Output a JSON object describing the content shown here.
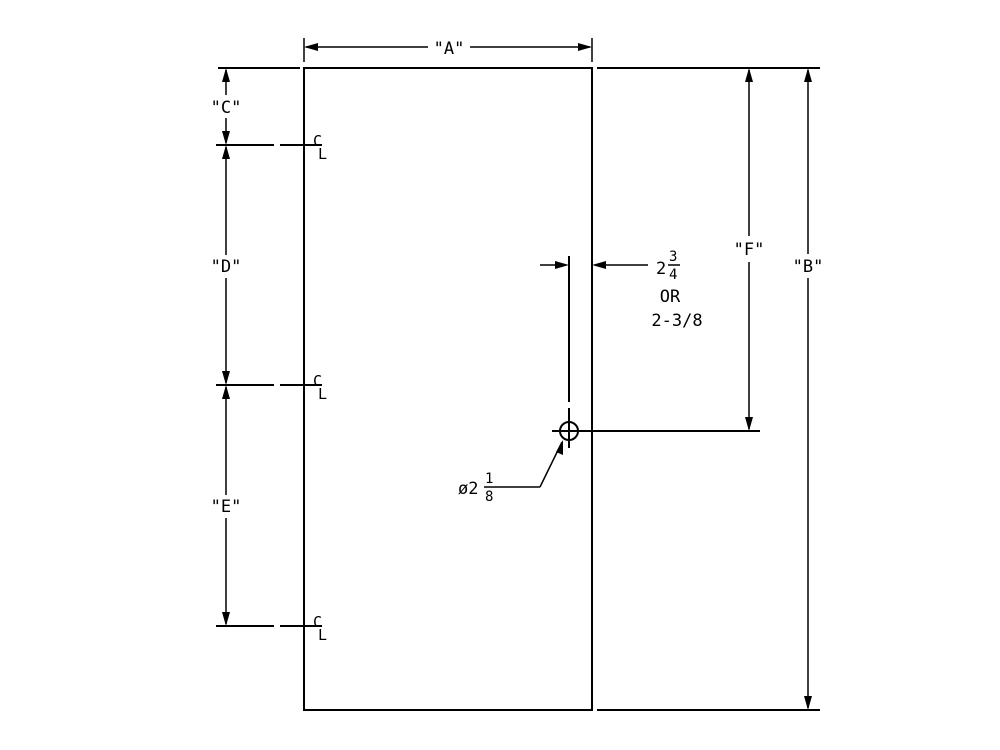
{
  "dimensions": {
    "a": "\"A\"",
    "b": "\"B\"",
    "c": "\"C\"",
    "d": "\"D\"",
    "e": "\"E\"",
    "f": "\"F\""
  },
  "backset": {
    "whole": "2",
    "num": "3",
    "den": "4",
    "or": "OR",
    "alt": "2-3/8"
  },
  "bore": {
    "prefix": "ø2",
    "num": "1",
    "den": "8"
  },
  "centerline_symbol": {
    "top": "C",
    "bottom": "L"
  }
}
